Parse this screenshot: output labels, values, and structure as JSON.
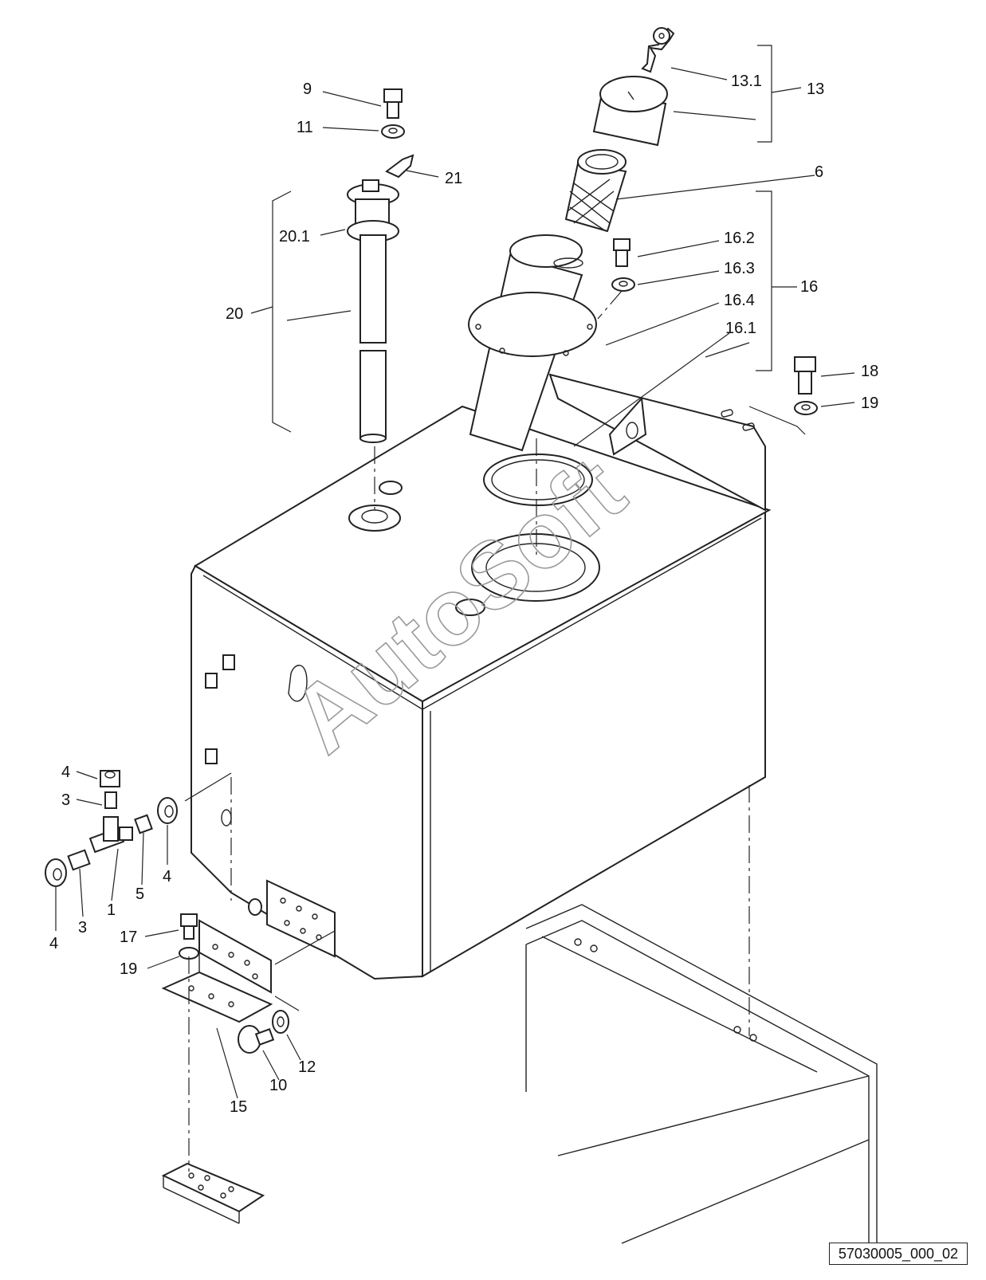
{
  "diagram": {
    "labels": {
      "l9": "9",
      "l11": "11",
      "l21": "21",
      "l20_1": "20.1",
      "l20": "20",
      "l13_1": "13.1",
      "l13": "13",
      "l6": "6",
      "l16_2": "16.2",
      "l16_3": "16.3",
      "l16_4": "16.4",
      "l16_1": "16.1",
      "l16": "16",
      "l18": "18",
      "l19a": "19",
      "l4a": "4",
      "l3a": "3",
      "l4b": "4",
      "l5": "5",
      "l1": "1",
      "l3b": "3",
      "l4c": "4",
      "l17": "17",
      "l19b": "19",
      "l15": "15",
      "l10": "10",
      "l12": "12"
    },
    "watermark": "AutoSoft",
    "drawing_code": "57030005_000_02"
  }
}
